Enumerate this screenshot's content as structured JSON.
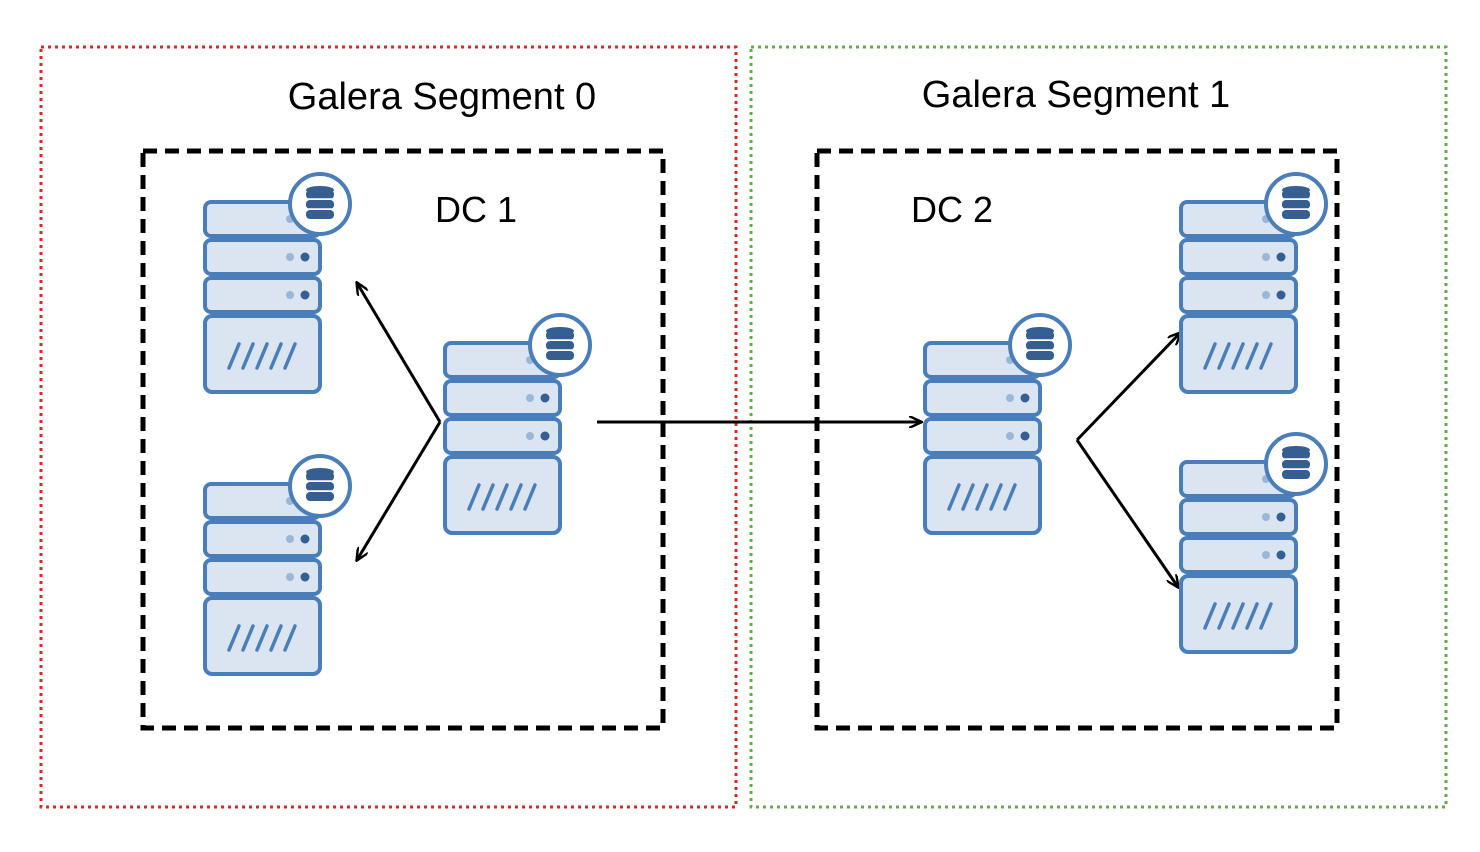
{
  "segments": [
    {
      "title": "Galera Segment 0",
      "border_color": "#d42a2a"
    },
    {
      "title": "Galera Segment 1",
      "border_color": "#6aa84f"
    }
  ],
  "datacenters": [
    {
      "label": "DC 1"
    },
    {
      "label": "DC 2"
    }
  ],
  "colors": {
    "server_fill": "#dbe5f1",
    "server_stroke": "#4a7ebb",
    "server_dot": "#365f91",
    "badge_fill": "#ffffff",
    "arrow": "#000000",
    "dc_border": "#000000"
  },
  "nodes": [
    {
      "id": "dc1-node-top",
      "icon": "database-server-icon"
    },
    {
      "id": "dc1-node-bottom",
      "icon": "database-server-icon"
    },
    {
      "id": "dc1-node-relay",
      "icon": "database-server-icon"
    },
    {
      "id": "dc2-node-relay",
      "icon": "database-server-icon"
    },
    {
      "id": "dc2-node-top",
      "icon": "database-server-icon"
    },
    {
      "id": "dc2-node-bottom",
      "icon": "database-server-icon"
    }
  ],
  "connections": [
    {
      "from": "dc1-node-relay",
      "to": "dc1-node-top"
    },
    {
      "from": "dc1-node-relay",
      "to": "dc1-node-bottom"
    },
    {
      "from": "dc1-node-relay",
      "to": "dc2-node-relay"
    },
    {
      "from": "dc2-node-relay",
      "to": "dc2-node-top"
    },
    {
      "from": "dc2-node-relay",
      "to": "dc2-node-bottom"
    }
  ]
}
